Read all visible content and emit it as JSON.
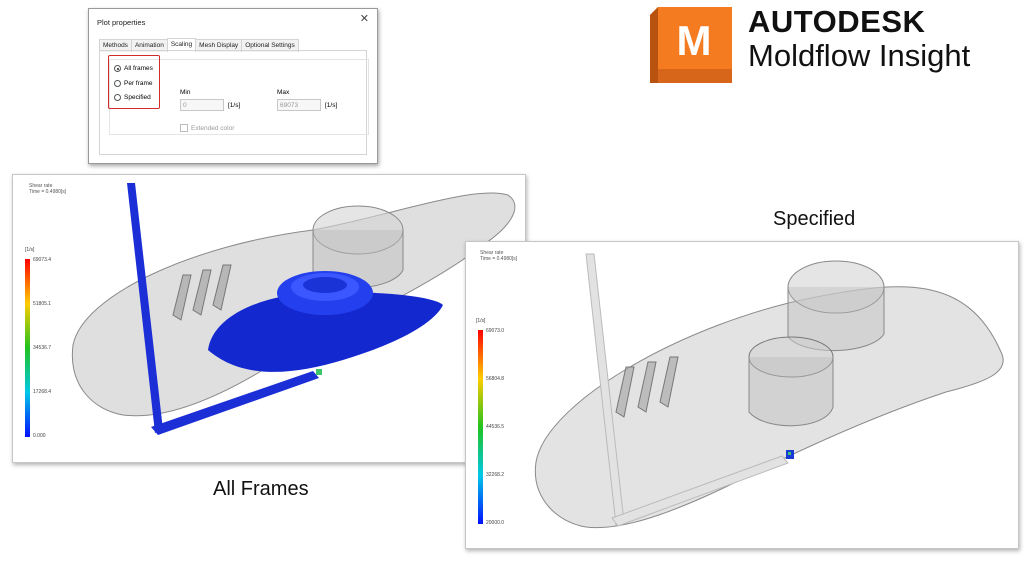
{
  "dialog": {
    "title": "Plot properties",
    "close_glyph": "✕",
    "tabs": [
      "Methods",
      "Animation",
      "Scaling",
      "Mesh Display",
      "Optional Settings"
    ],
    "active_tab": "Scaling",
    "radio_options": [
      "All frames",
      "Per frame",
      "Specified"
    ],
    "selected_option": "All frames",
    "min_label": "Min",
    "max_label": "Max",
    "min_value": "0",
    "max_value": "69073",
    "unit": "[1/s]",
    "extended_color_label": "Extended color",
    "extended_color_checked": false,
    "highlight_color": "#d22b2b"
  },
  "logo": {
    "icon_letter": "M",
    "brand": "AUTODESK",
    "product": "Moldflow Insight",
    "icon_color": "#f47b20"
  },
  "panel_all_frames": {
    "result_name": "Shear rate",
    "time_label": "Time = 0.4980[s]",
    "scale_unit": "[1/s]",
    "scale_labels": [
      "69073.4",
      "51805.1",
      "34536.7",
      "17268.4",
      "0.000"
    ],
    "caption": "All Frames",
    "fill_color": "#1c2fd6"
  },
  "panel_specified": {
    "result_name": "Shear rate",
    "time_label": "Time = 0.4980[s]",
    "scale_unit": "[1/s]",
    "scale_labels": [
      "69073.0",
      "56804.8",
      "44536.5",
      "32268.2",
      "20000.0"
    ],
    "caption": "Specified"
  }
}
